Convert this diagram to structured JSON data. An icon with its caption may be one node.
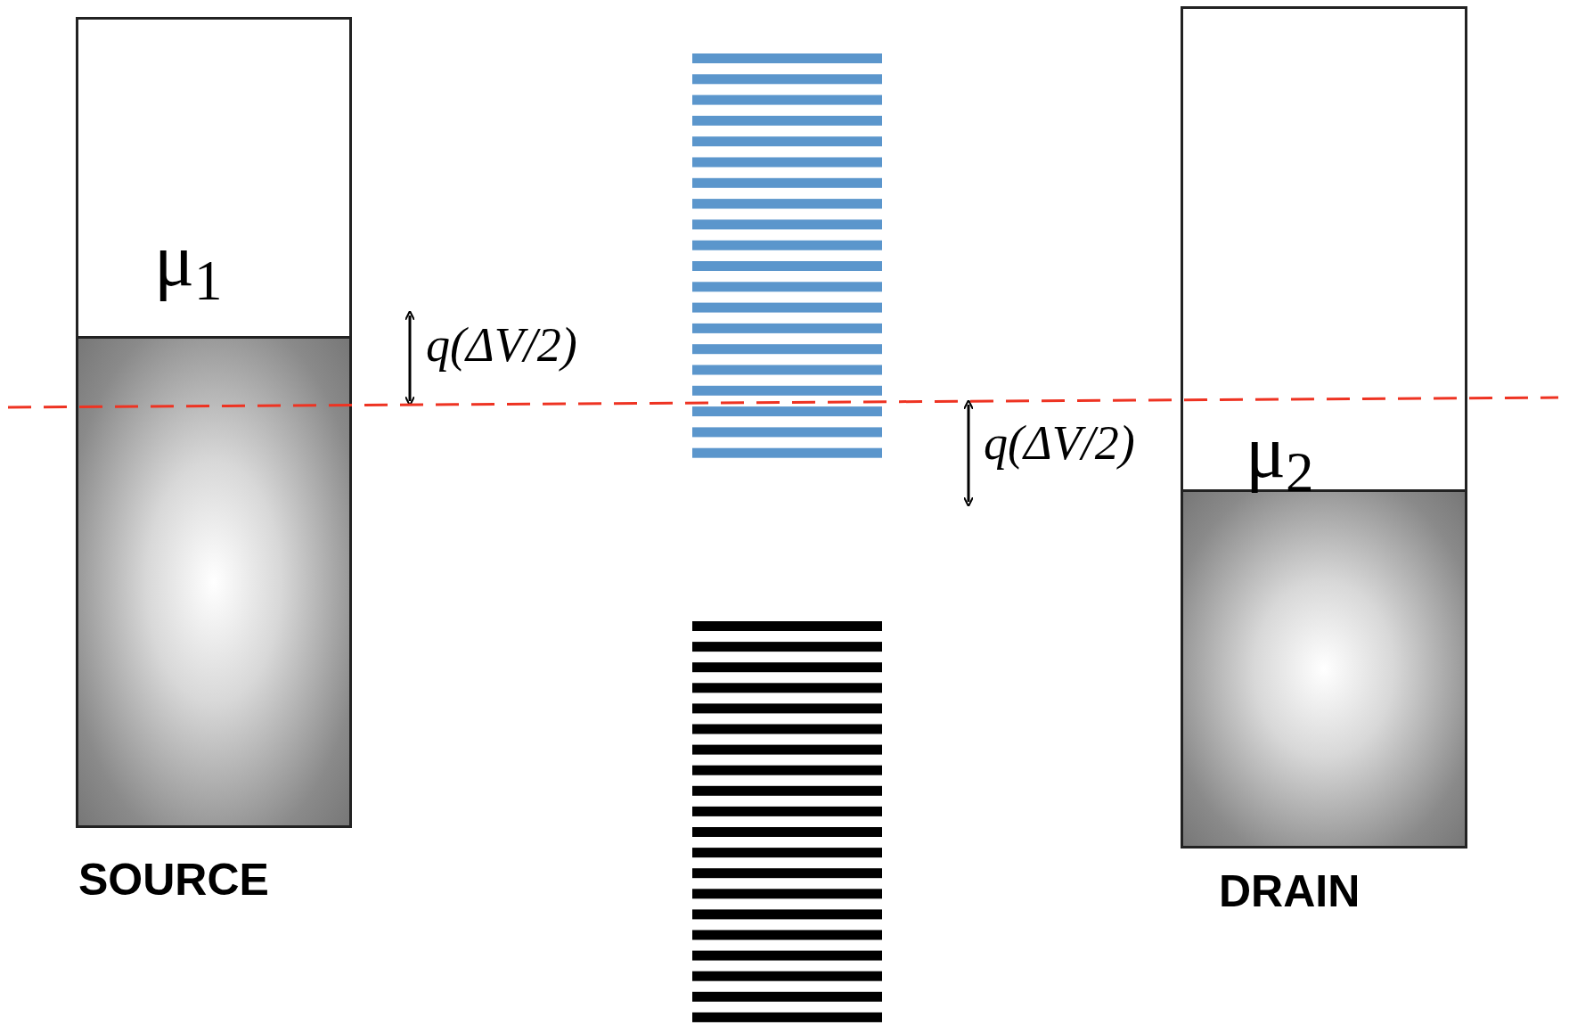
{
  "diagram": {
    "nodes": [
      {
        "text": [
          "μ$_{1}$"
        ],
        "beside": [
          "SOURCE"
        ]
      },
      {
        "text": [
          "μ$_{2}$"
        ],
        "beside": [
          "DRAIN"
        ]
      }
    ],
    "labels": [
      "q(ΔV/2)",
      "q(ΔV/2)"
    ]
  }
}
